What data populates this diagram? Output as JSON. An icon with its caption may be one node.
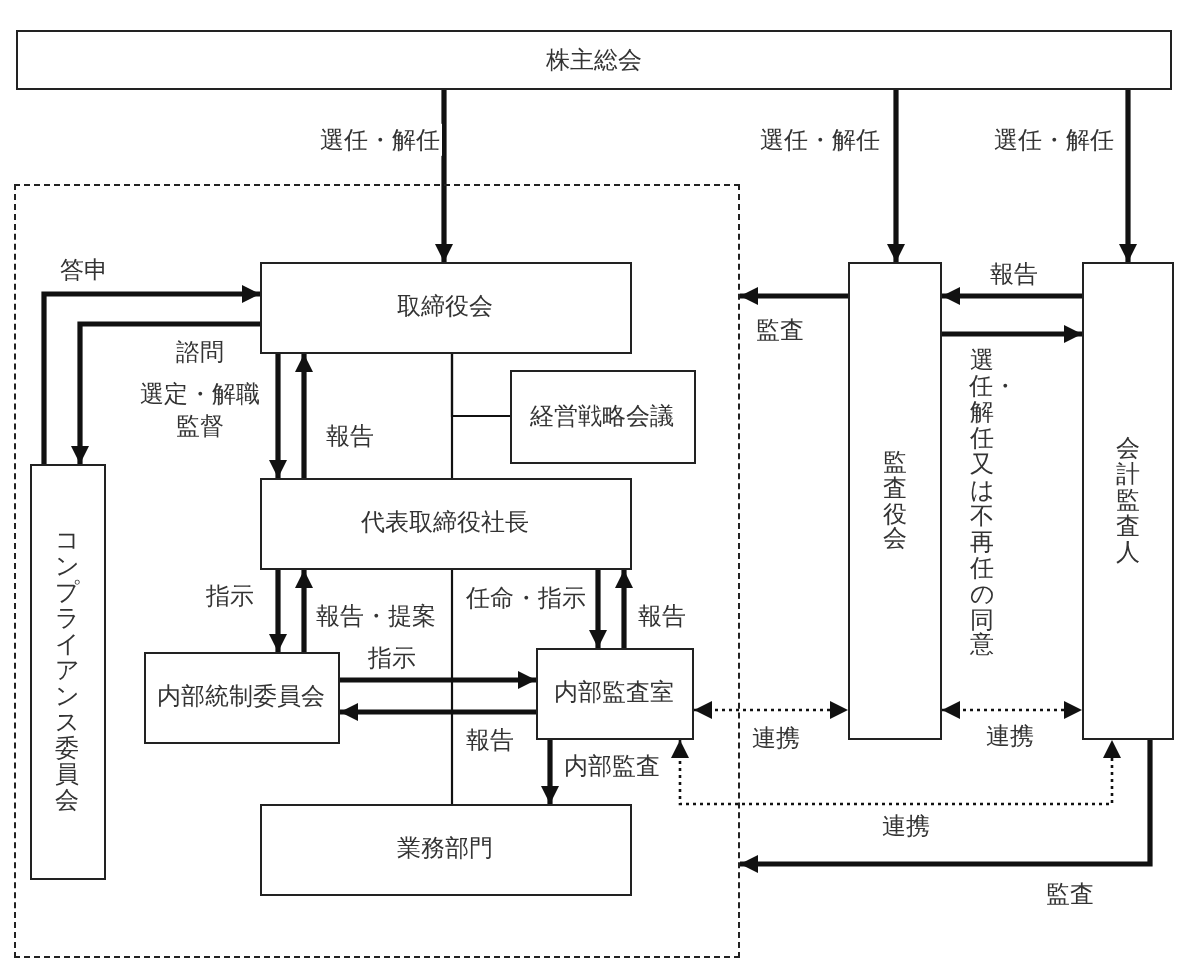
{
  "diagram": {
    "nodes": [
      {
        "text": [
          "株主総会"
        ]
      },
      {
        "text": [],
        "shape": "box"
      },
      {
        "text": [
          "取締役会"
        ],
        "in": 1
      },
      {
        "text": [
          "経営戦略会議"
        ],
        "in": 1
      },
      {
        "text": [
          "代表取締役社長"
        ],
        "in": 1
      },
      {
        "text": [
          "内部統制委員会"
        ],
        "in": 1
      },
      {
        "text": [
          "内部監査室"
        ],
        "in": 1
      },
      {
        "text": [
          "業務部門"
        ],
        "in": 1
      },
      {
        "text": [
          "コンプライアンス委員会"
        ],
        "in": 1
      },
      {
        "text": [
          "監査役会"
        ]
      },
      {
        "text": [
          "会計監査人"
        ]
      }
    ],
    "edges": [
      {
        "from": 0,
        "to": 2,
        "arrow": "to",
        "label": "選任・解任"
      },
      {
        "from": 0,
        "to": 9,
        "arrow": "to",
        "label": "選任・解任"
      },
      {
        "from": 0,
        "to": 10,
        "arrow": "to",
        "label": "選任・解任"
      },
      {
        "from": 8,
        "to": 2,
        "arrow": "to",
        "label": "答申"
      },
      {
        "from": 2,
        "to": 8,
        "arrow": "to",
        "label": "諮問"
      },
      {
        "from": 2,
        "to": 4,
        "arrow": "to",
        "label": "選定・解職監督"
      },
      {
        "from": 4,
        "to": 2,
        "arrow": "to",
        "label": "報告"
      },
      {
        "from": 2,
        "to": 4,
        "arrow": "none"
      },
      {
        "from": 3,
        "to": 2,
        "arrow": "none"
      },
      {
        "from": 4,
        "to": 5,
        "arrow": "to",
        "label": "指示"
      },
      {
        "from": 5,
        "to": 4,
        "arrow": "to",
        "label": "報告・提案"
      },
      {
        "from": 4,
        "to": 6,
        "arrow": "to",
        "label": "任命・指示"
      },
      {
        "from": 6,
        "to": 4,
        "arrow": "to",
        "label": "報告"
      },
      {
        "from": 5,
        "to": 6,
        "arrow": "to",
        "label": "指示"
      },
      {
        "from": 6,
        "to": 5,
        "arrow": "to",
        "label": "報告"
      },
      {
        "from": 4,
        "to": 7,
        "arrow": "none"
      },
      {
        "from": 6,
        "to": 7,
        "arrow": "to",
        "label": "内部監査"
      },
      {
        "from": 9,
        "to": 1,
        "arrow": "to",
        "label": "監査"
      },
      {
        "from": 10,
        "to": 9,
        "arrow": "to",
        "label": "報告"
      },
      {
        "from": 9,
        "to": 10,
        "arrow": "to",
        "label": "選任・解任又は不再任の同意"
      },
      {
        "from": 6,
        "to": 9,
        "arrow": "both",
        "style": "dashed",
        "label": "連携"
      },
      {
        "from": 9,
        "to": 10,
        "arrow": "both",
        "style": "dashed",
        "label": "連携"
      },
      {
        "from": 6,
        "to": 10,
        "arrow": "both",
        "style": "dashed",
        "label": "連携"
      },
      {
        "from": 10,
        "to": 1,
        "arrow": "to",
        "label": "監査"
      }
    ]
  }
}
